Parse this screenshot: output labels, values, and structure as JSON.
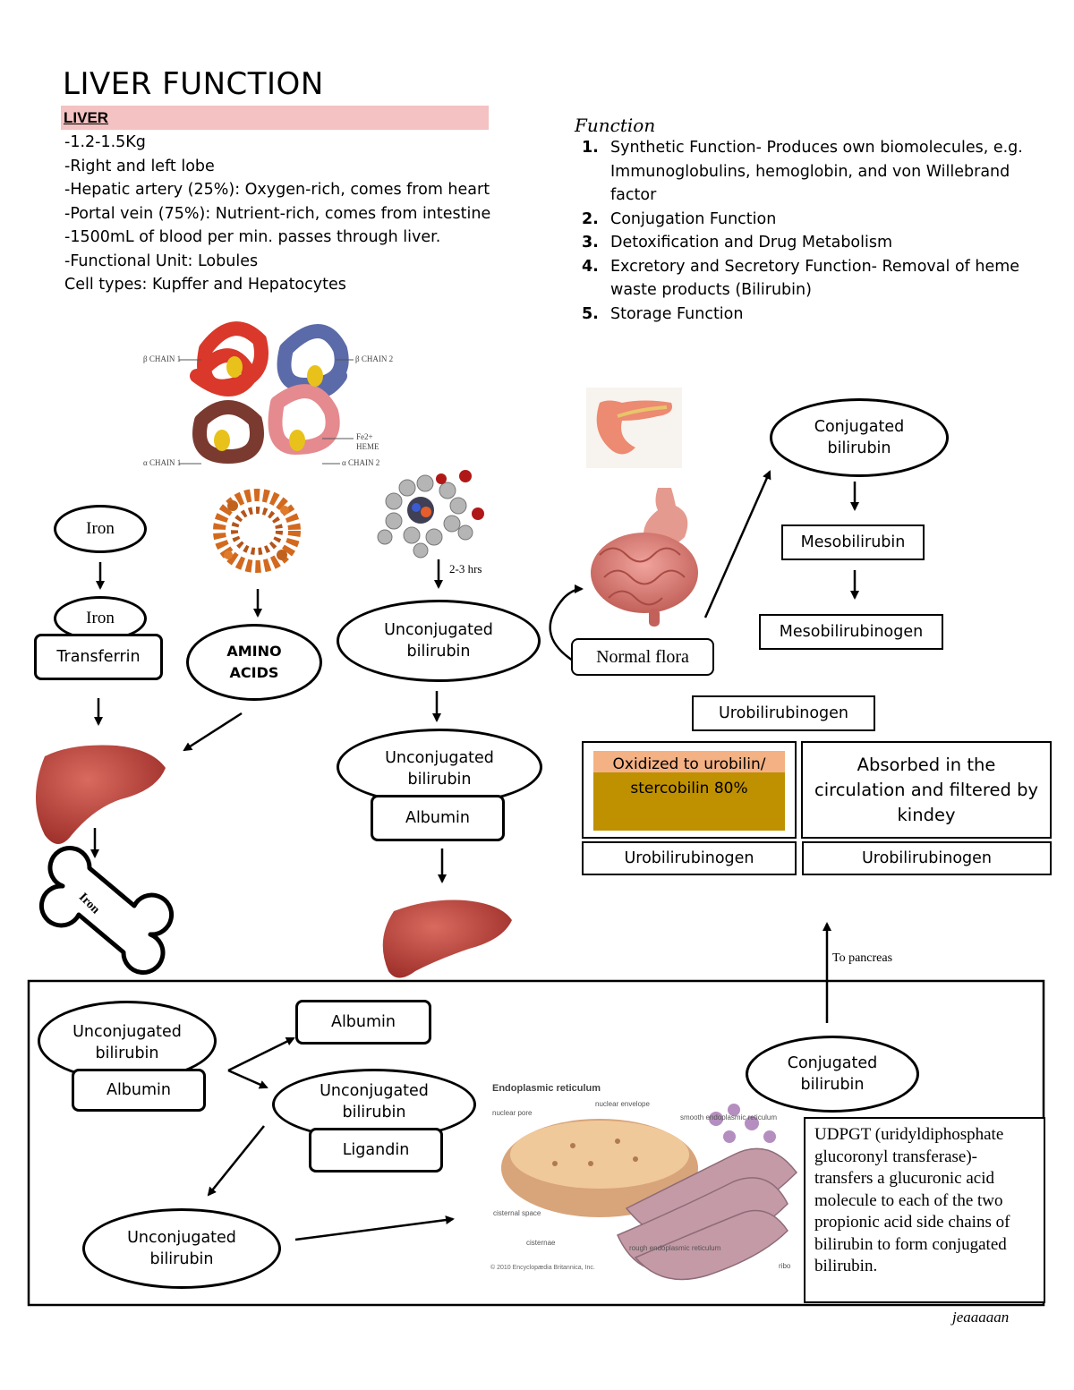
{
  "title": "LIVER FUNCTION",
  "liver": {
    "heading": "LIVER",
    "facts": [
      "-1.2-1.5Kg",
      "-Right and left lobe",
      "-Hepatic artery (25%): Oxygen-rich, comes from heart",
      "-Portal vein (75%): Nutrient-rich, comes from intestine",
      "-1500mL of blood per min. passes through liver.",
      "-Functional Unit: Lobules",
      "Cell types: Kupffer and Hepatocytes"
    ]
  },
  "function": {
    "heading": "Function",
    "items": [
      {
        "num": "1.",
        "text": "Synthetic Function- Produces own biomolecules, e.g. Immunoglobulins, hemoglobin, and von Willebrand factor"
      },
      {
        "num": "2.",
        "text": "Conjugation Function"
      },
      {
        "num": "3.",
        "text": "Detoxification and Drug Metabolism"
      },
      {
        "num": "4.",
        "text": "Excretory and Secretory Function- Removal of heme waste products (Bilirubin)"
      },
      {
        "num": "5.",
        "text": "Storage Function"
      }
    ]
  },
  "hemoglobin_labels": {
    "b1": "β CHAIN 1",
    "b2": "β CHAIN 2",
    "a1": "α CHAIN 1",
    "a2": "α CHAIN 2",
    "fe": "Fe2+",
    "heme": "HEME"
  },
  "flow": {
    "iron": "Iron",
    "iron2": "Iron",
    "transferrin": "Transferrin",
    "amino_acids": "AMINO ACIDS",
    "time": "2-3 hrs",
    "unconj1": "Unconjugated bilirubin",
    "unconj2": "Unconjugated bilirubin",
    "albumin1": "Albumin",
    "bone_label": "Iron",
    "normal_flora": "Normal flora",
    "conj_top": "Conjugated bilirubin",
    "mesobilirubin": "Mesobilirubin",
    "mesobilirubinogen": "Mesobilirubinogen",
    "urobilinogen_top": "Urobilirubinogen",
    "oxidized": "Oxidized to urobilin/ stercobilin 80%",
    "absorbed": "Absorbed in the circulation and filtered by kindey",
    "urobil_left": "Urobilirubinogen",
    "urobil_right": "Urobilirubinogen",
    "to_pancreas": "To pancreas"
  },
  "hepatocyte": {
    "unconj_a": "Unconjugated bilirubin",
    "albumin_a": "Albumin",
    "albumin_b": "Albumin",
    "unconj_b": "Unconjugated bilirubin",
    "ligandin": "Ligandin",
    "unconj_c": "Unconjugated bilirubin",
    "conj": "Conjugated bilirubin",
    "udpgt": "UDPGT (uridyldiphosphate glucoronyl transferase)- transfers a glucuronic acid molecule to each of the two propionic acid side chains of bilirubin to form conjugated bilirubin.",
    "er_title": "Endoplasmic reticulum",
    "er_labels": {
      "nuclear_pore": "nuclear pore",
      "nuclear_envelope": "nuclear envelope",
      "smooth_er": "smooth endoplasmic reticulum",
      "cisternal_space": "cisternal space",
      "cisternae": "cisternae",
      "rough_er": "rough endoplasmic reticulum",
      "ribosomes": "ribo",
      "copyright": "© 2010 Encyclopædia Britannica, Inc."
    }
  },
  "signature": "jeaaaaan",
  "colors": {
    "highlight_pink": "#f4c2c2",
    "oxidized_peach": "#f4b183",
    "oxidized_gold": "#bf9000",
    "liver_red": "#b3413b"
  }
}
